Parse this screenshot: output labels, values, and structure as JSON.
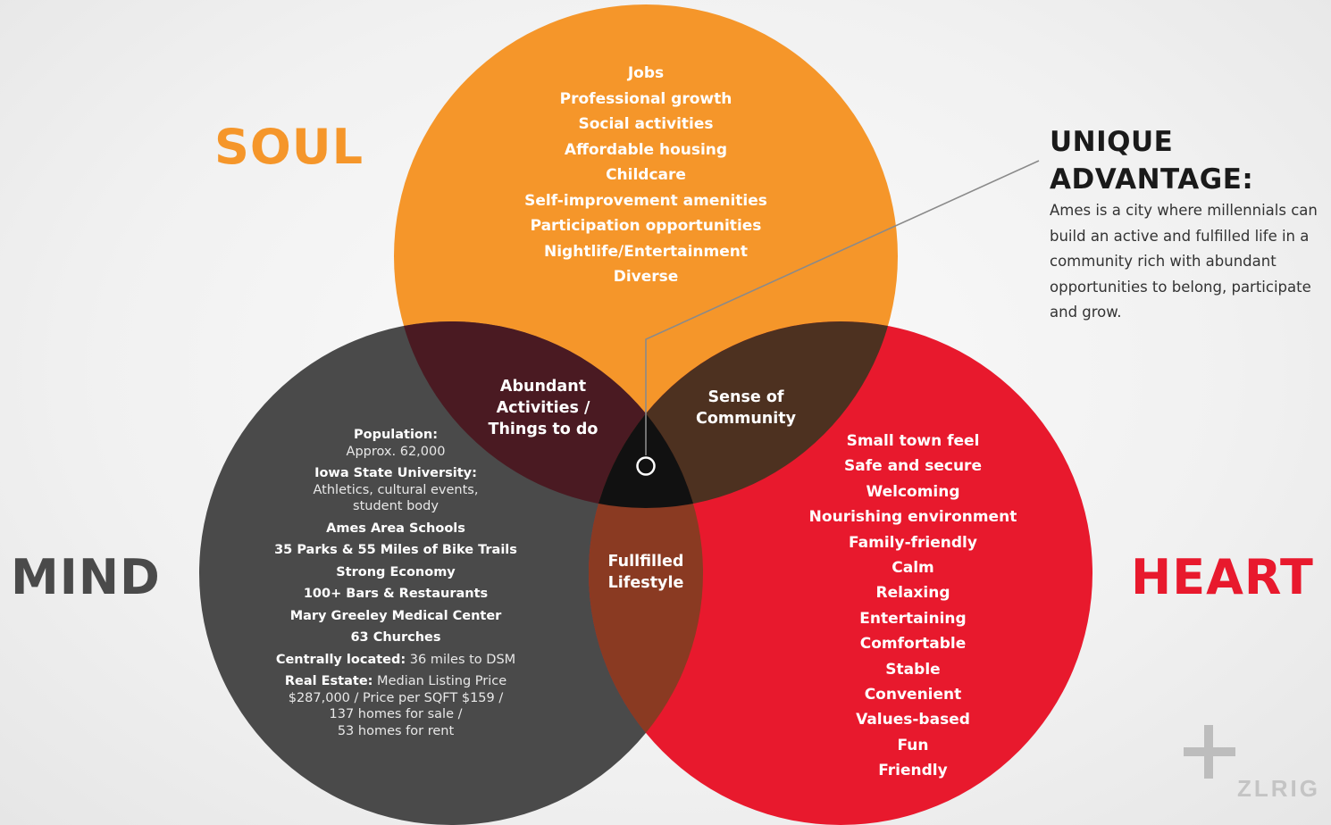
{
  "colors": {
    "soul": "#f5962a",
    "mind": "#4a4a4a",
    "heart": "#e8192d",
    "soul_mind_overlap": "#4a1a22",
    "soul_heart_overlap": "#4d3120",
    "mind_heart_overlap": "#8a3a22",
    "center": "#111111"
  },
  "circles": {
    "soul": {
      "label": "SOUL"
    },
    "mind": {
      "label": "MIND"
    },
    "heart": {
      "label": "HEART"
    }
  },
  "soul_items": [
    "Jobs",
    "Professional growth",
    "Social activities",
    "Affordable housing",
    "Childcare",
    "Self-improvement amenities",
    "Participation opportunities",
    "Nightlife/Entertainment",
    "Diverse"
  ],
  "heart_items": [
    "Small town feel",
    "Safe and secure",
    "Welcoming",
    "Nourishing environment",
    "Family-friendly",
    "Calm",
    "Relaxing",
    "Entertaining",
    "Comfortable",
    "Stable",
    "Convenient",
    "Values-based",
    "Fun",
    "Friendly"
  ],
  "mind_items": [
    {
      "title": "Population:",
      "inline": "",
      "sub": [
        "Approx. 62,000"
      ]
    },
    {
      "title": "Iowa State University:",
      "inline": "",
      "sub": [
        "Athletics, cultural events,",
        "student body"
      ]
    },
    {
      "title": "Ames Area Schools",
      "inline": "",
      "sub": []
    },
    {
      "title": "35 Parks & 55 Miles of Bike Trails",
      "inline": "",
      "sub": []
    },
    {
      "title": "Strong Economy",
      "inline": "",
      "sub": []
    },
    {
      "title": "100+ Bars & Restaurants",
      "inline": "",
      "sub": []
    },
    {
      "title": "Mary Greeley Medical Center",
      "inline": "",
      "sub": []
    },
    {
      "title": "63 Churches",
      "inline": "",
      "sub": []
    },
    {
      "title": "Centrally located:",
      "inline": " 36 miles to DSM",
      "sub": []
    },
    {
      "title": "Real Estate:",
      "inline": " Median Listing Price",
      "sub": [
        "$287,000 / Price per SQFT $159 /",
        "137 homes for sale /",
        "53 homes for rent"
      ]
    }
  ],
  "overlaps": {
    "soul_mind": [
      "Abundant",
      "Activities /",
      "Things to do"
    ],
    "soul_heart": [
      "Sense of",
      "Community"
    ],
    "mind_heart": [
      "Fullfilled",
      "Lifestyle"
    ]
  },
  "advantage": {
    "title_line1": "UNIQUE",
    "title_line2": "ADVANTAGE:",
    "text": "Ames is a city where millennials can build an active and fulfilled life in a community rich with abundant opportunities to belong, participate and grow."
  },
  "watermark": {
    "text": "ZLRIG"
  }
}
